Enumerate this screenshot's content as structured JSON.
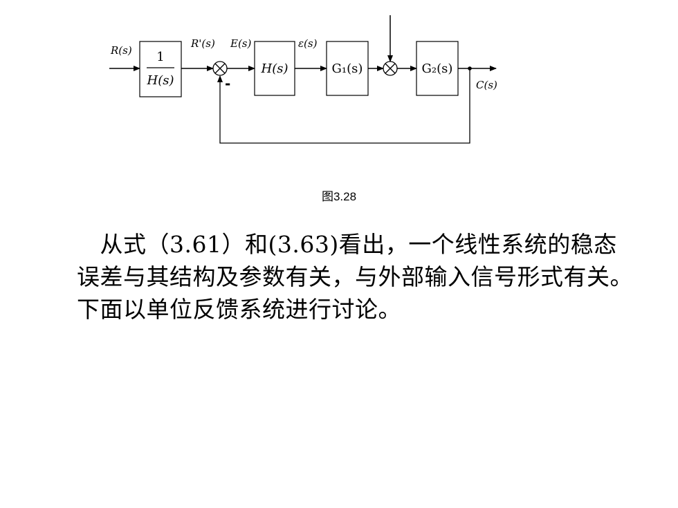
{
  "diagram": {
    "blocks": {
      "prefilter_num": "1",
      "prefilter_den": "H(s)",
      "sensor": "H(s)",
      "g1": "G₁(s)",
      "g2": "G₂(s)"
    },
    "signals": {
      "input": "R(s)",
      "reference": "R'(s)",
      "error_E": "E(s)",
      "error_eps": "ε(s)",
      "output": "C(s)",
      "feedback_sign": "-"
    }
  },
  "caption": "图3.28",
  "paragraph": "　从式（3.61）和(3.63)看出，一个线性系统的稳态误差与其结构及参数有关，与外部输入信号形式有关。下面以单位反馈系统进行讨论。"
}
